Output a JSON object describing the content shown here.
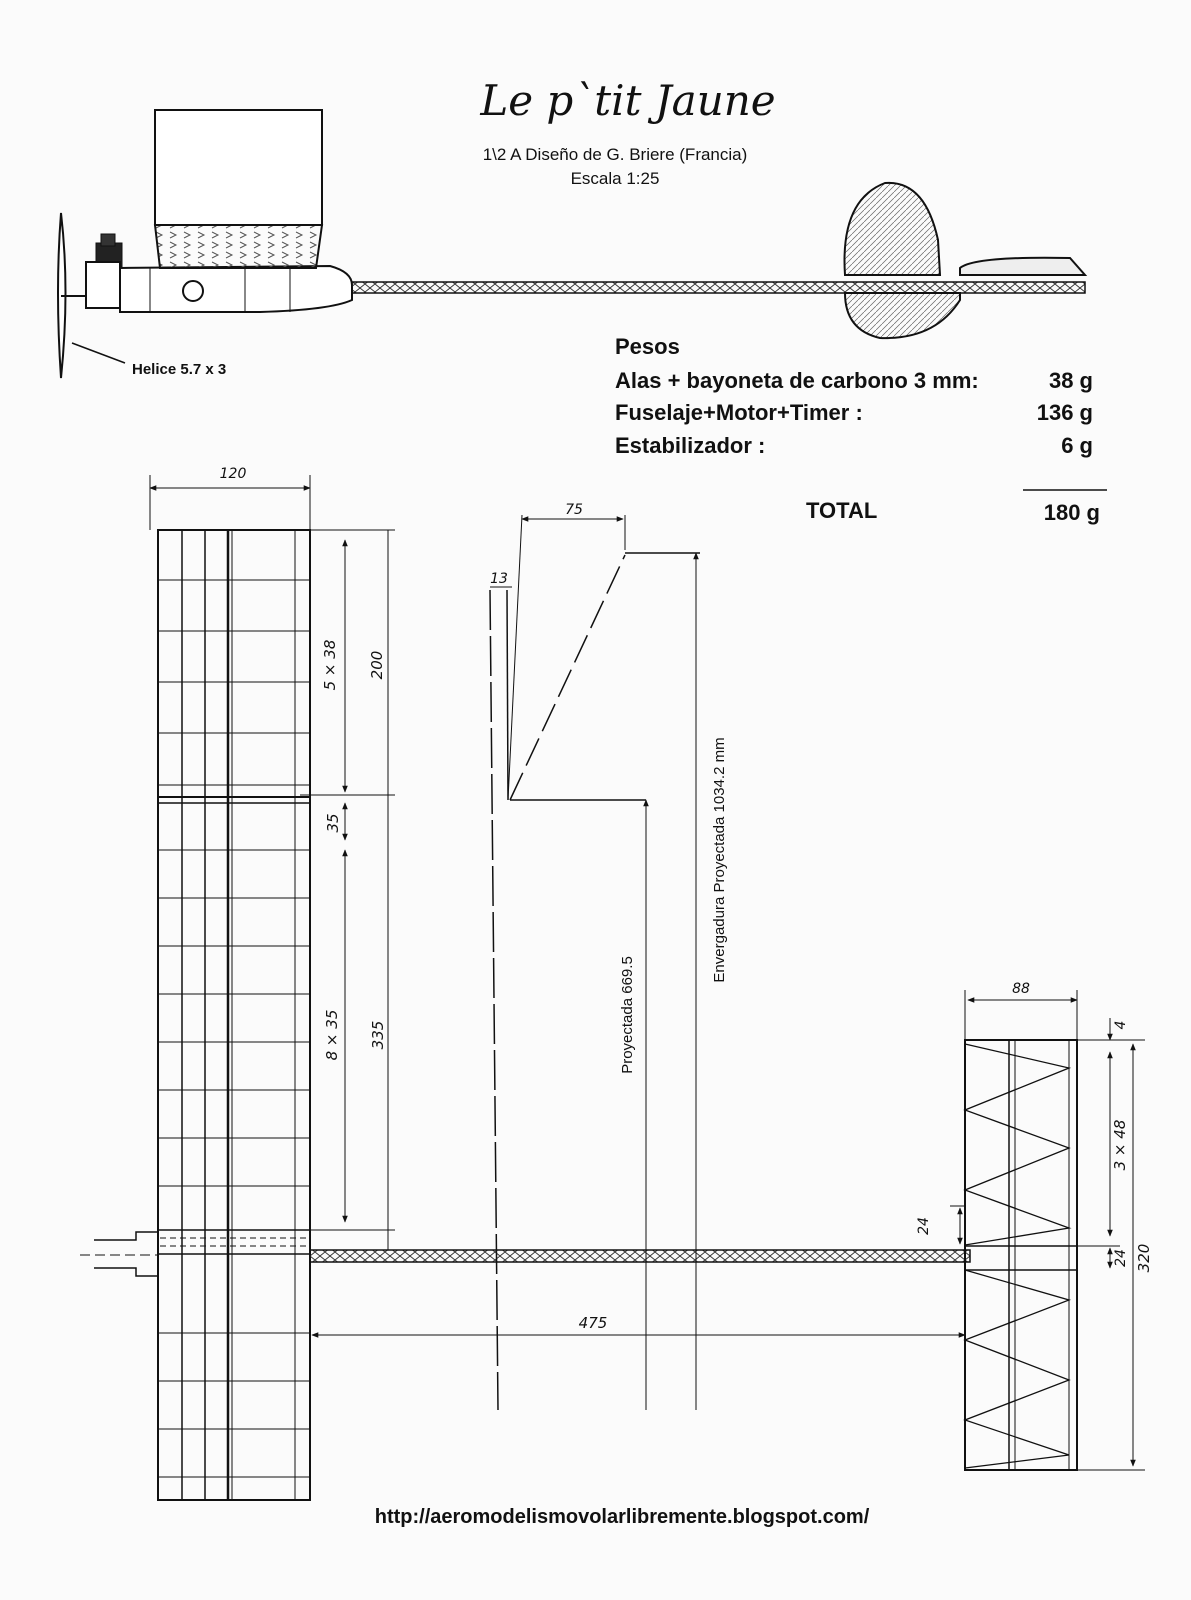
{
  "title": "Le p`tit Jaune",
  "subtitle": "1\\2 A  Diseño de G. Briere (Francia)",
  "scale": "Escala 1:25",
  "propeller_label": "Helice 5.7 x 3",
  "weights": {
    "heading": "Pesos",
    "rows": [
      {
        "label": "Alas + bayoneta de carbono 3 mm:",
        "value": "38 g"
      },
      {
        "label": "Fuselaje+Motor+Timer :",
        "value": "136 g"
      },
      {
        "label": "Estabilizador :",
        "value": "6 g"
      }
    ],
    "total_label": "TOTAL",
    "total_value": "180 g"
  },
  "dimensions": {
    "wing_chord": "120",
    "tip_offset": "75",
    "tip_small": "13",
    "ribs_top": "5 × 38",
    "panel_top": "200",
    "gap": "35",
    "ribs_bottom": "8 × 35",
    "panel_bottom": "335",
    "tail_moment": "475",
    "stab_chord": "88",
    "stab_le": "4",
    "stab_ribs": "3 × 48",
    "stab_span": "320",
    "stab_a": "24",
    "stab_b": "24"
  },
  "projected_label": "Proyectada 669.5",
  "span_label": "Envergadura Proyectada 1034.2 mm",
  "footer_url": "http://aeromodelismovolarlibremente.blogspot.com/"
}
